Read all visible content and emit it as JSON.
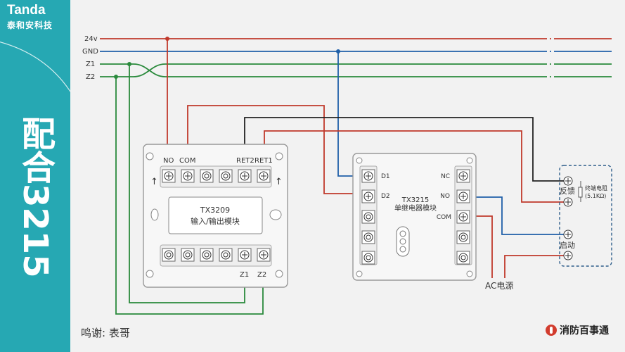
{
  "brand": {
    "name_en": "Tanda",
    "name_cn": "泰和安科技"
  },
  "sidebar": {
    "title": "配合3215"
  },
  "bus": {
    "lines": [
      "24v",
      "GND",
      "Z1",
      "Z2"
    ]
  },
  "colors": {
    "teal": "#26a8b3",
    "red": "#c0392b",
    "blue": "#1f5fa8",
    "green": "#2a8a3c",
    "black": "#222222"
  },
  "module_tx3209": {
    "model": "TX3209",
    "name": "输入/输出模块",
    "top_labels": [
      "NO",
      "COM",
      "RET2",
      "RET1"
    ],
    "bottom_labels": [
      "Z1",
      "Z2"
    ]
  },
  "module_tx3215": {
    "model": "TX3215",
    "name": "单继电器模块",
    "left_labels": [
      "D1",
      "D2"
    ],
    "right_labels": [
      "NC",
      "NO",
      "COM"
    ]
  },
  "terminal_box": {
    "feedback": "反馈",
    "start": "启动",
    "resistor": "终端电阻",
    "resistor_value": "(5.1KΩ)"
  },
  "ac_label": "AC电源",
  "footer": {
    "credit": "鸣谢: 表哥",
    "logo": "消防百事通"
  }
}
